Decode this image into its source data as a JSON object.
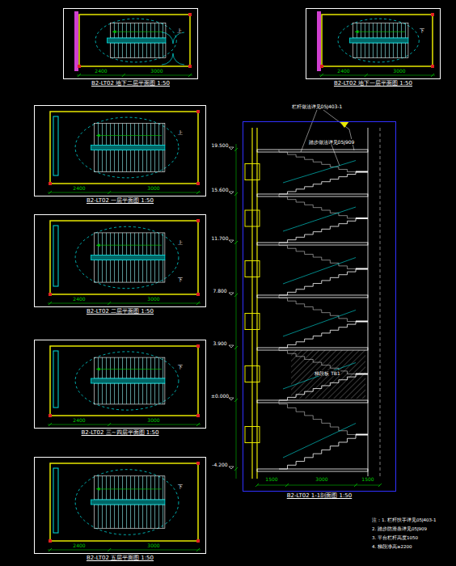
{
  "diagram": {
    "nodes": [
      {
        "text": [
          "B2-LT02 地下二层平面图 1:50"
        ]
      },
      {
        "text": [
          "B2-LT02 地下一层平面图 1:50"
        ]
      },
      {
        "text": [
          "B2-LT02 一层平面图 1:50"
        ]
      },
      {
        "text": [
          "B2-LT02 二层平面图 1:50"
        ]
      },
      {
        "text": [
          "B2-LT02 三~四层平面图 1:50"
        ]
      },
      {
        "text": [
          "B2-LT02 五层平面图 1:50"
        ]
      },
      {
        "text": [
          "B2-LT02 1-1剖面图 1:50"
        ]
      }
    ],
    "labels": [
      "2400",
      "3000",
      "上",
      "2400",
      "3000",
      "下",
      "2400",
      "3000",
      "上",
      "2400",
      "3000",
      "上",
      "下",
      "2400",
      "3000",
      "下",
      "2400",
      "3000",
      "下",
      "19.500",
      "15.600",
      "11.700",
      "7.800",
      "3.900",
      "±0.000",
      "-4.200",
      "栏杆做法详见05J403-1",
      "踏步做法详见05J909",
      "梯段板 TB1",
      "1500",
      "3000",
      "1500",
      "注：1. 栏杆扶手详见05J403-1",
      "2. 踏步防滑条详见05J909",
      "3. 平台栏杆高度1050",
      "4. 梯段净高≥2200"
    ]
  }
}
